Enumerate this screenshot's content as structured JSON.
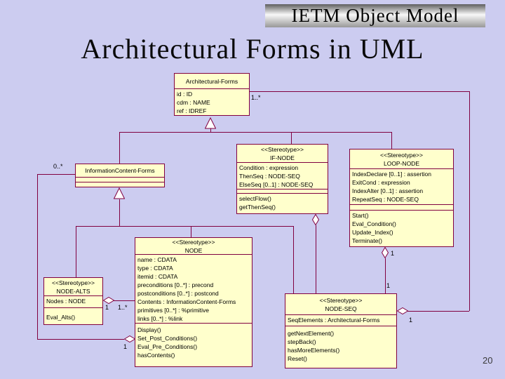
{
  "banner": {
    "title": "IETM Object Model"
  },
  "page": {
    "title": "Architectural Forms in UML",
    "page_number": "20"
  },
  "colors": {
    "background": "#ccccf0",
    "box_fill": "#ffffcc",
    "line": "#800040",
    "title_text": "#0a0a0a"
  },
  "classes": {
    "architectural_forms": {
      "name": "Architectural-Forms",
      "attributes": [
        "id : ID",
        "cdm : NAME",
        "ref : IDREF"
      ]
    },
    "information_content_forms": {
      "name": "InformationContent-Forms"
    },
    "if_node": {
      "stereotype": "<<Stereotype>>",
      "name": "IF-NODE",
      "attributes": [
        "Condition : expression",
        "ThenSeq : NODE-SEQ",
        "ElseSeq [0..1] : NODE-SEQ"
      ],
      "operations": [
        "selectFlow()",
        "getThenSeq()"
      ]
    },
    "loop_node": {
      "stereotype": "<<Stereotype>>",
      "name": "LOOP-NODE",
      "attributes": [
        "IndexDeclare [0..1] : assertion",
        "ExitCond : expression",
        "IndexAlter [0..1] : assertion",
        "RepeatSeq : NODE-SEQ"
      ],
      "operations": [
        "Start()",
        "Eval_Condition()",
        "Update_Index()",
        "Terminate()"
      ]
    },
    "node": {
      "stereotype": "<<Stereotype>>",
      "name": "NODE",
      "attributes": [
        "name : CDATA",
        "type : CDATA",
        "itemid : CDATA",
        "preconditions [0..*] : precond",
        "postconditions [0..*] : postcond",
        "Contents : InformationContent-Forms",
        "primitives [0..*] : %primitive",
        "links [0..*] : %link"
      ],
      "operations": [
        "Display()",
        "Set_Post_Conditions()",
        "Eval_Pre_Conditions()",
        "hasContents()"
      ]
    },
    "node_alts": {
      "stereotype": "<<Stereotype>>",
      "name": "NODE-ALTS",
      "attributes": [
        "Nodes : NODE"
      ],
      "operations": [
        "Eval_Alts()"
      ]
    },
    "node_seq": {
      "stereotype": "<<Stereotype>>",
      "name": "NODE-SEQ",
      "attributes": [
        "SeqElements : Architectural-Forms"
      ],
      "operations": [
        "getNextElement()",
        "stepBack()",
        "hasMoreElements()",
        "Reset()"
      ]
    }
  },
  "multiplicity": {
    "af_to_nodeseq": "1..*",
    "icf_at_node_assoc": "0..*",
    "nodealts_end": "1",
    "nodes_end": "1..*",
    "contents_node_end": "1",
    "loop_diamond_end": "1",
    "loop_nodeseq_end": "1",
    "nodeseq_diamond_end": "1"
  }
}
